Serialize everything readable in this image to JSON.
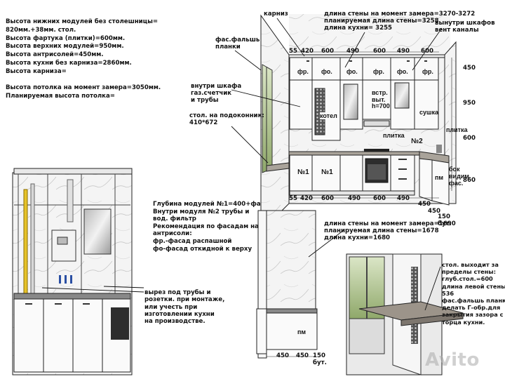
{
  "notes_left": [
    "Высота нижних модулей без столешницы=",
    "820мм.+38мм. стол.",
    "Высота фартука (плитки)=600мм.",
    "Высота верхних модулей=950мм.",
    "Высота антрисолей=450мм.",
    "Высота кухни без карниза=2860мм.",
    "Высота карниза=",
    "",
    "Высота потолка на момент замера=3050мм.",
    "Планируемая высота потолка="
  ],
  "notes_mid": [
    "Глубина модулей №1=400+фас.",
    "Внутри модуля №2 трубы и",
    "вод. фильтр",
    "Рекомендация по фасадам на",
    "антрисоли:",
    "фр.-фасад распашной",
    "фо-фасад откидной к верху"
  ],
  "callouts": {
    "karniz": "карниз",
    "wall_main": [
      "длина стены на момент замера=3270-3272",
      "планируемая длина стены=3258",
      "длина кухни= 3255"
    ],
    "vent": [
      "вынутри шкафов",
      "вент каналы"
    ],
    "fas_planki": [
      "фас.фальшь",
      "планки"
    ],
    "inside_cabinet": [
      "внутри шкафа",
      "газ.счетчик",
      "и трубы"
    ],
    "sill": [
      "стол. на подоконник:",
      "410*672"
    ],
    "pipes": [
      "вырез под трубы и",
      "розетки. при монтаже,",
      "или учесть при",
      "изготовлении кухни",
      "на производстве."
    ],
    "wall_side": [
      "длина стены на момент замера=1690",
      "планируемая длина стены=1678",
      "длина кухни=1680"
    ],
    "table_out": [
      "стол. выходит за",
      "пределы стены:",
      "глуб.стол.=600",
      "длина левой стены=",
      "536",
      "фас.фальшь планку",
      "делать Г-обр.для",
      "закрытия зазора с",
      "торца кухни."
    ]
  },
  "top_dims": [
    "55",
    "420",
    "600",
    "490",
    "600",
    "490",
    "600"
  ],
  "bottom_dims": [
    "55",
    "420",
    "600",
    "490",
    "600",
    "490"
  ],
  "right_dims": [
    "450",
    "950",
    "600",
    "860"
  ],
  "corner_dims": [
    "450",
    "450",
    "150",
    "бут."
  ],
  "lower_dims": [
    "450",
    "450",
    "150",
    "бут."
  ],
  "facade_labels": [
    "фр.",
    "фо.",
    "фо.",
    "фр.",
    "фо.",
    "фр."
  ],
  "module_labels": {
    "m1a": "№1",
    "m1b": "№1",
    "m2": "№2",
    "kotel": "котел",
    "built_in": [
      "встр.",
      "выт.",
      "h=700"
    ],
    "sushka": "сушка",
    "plitka1": "плитка",
    "plitka2": "плитка",
    "pm": "пм",
    "bok": [
      "бок",
      "видим.",
      "фас."
    ],
    "pm2": "пм"
  },
  "watermark": "Avito"
}
